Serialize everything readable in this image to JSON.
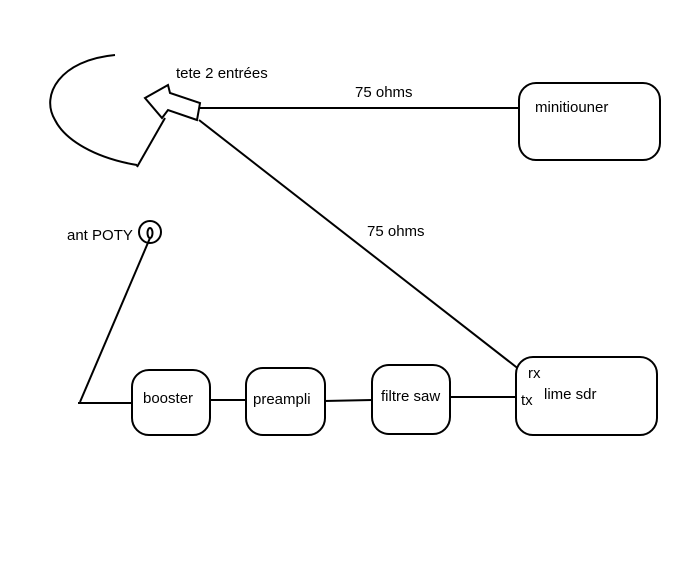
{
  "diagram": {
    "dish_label": "tete 2 entrées",
    "cable_top_label": "75 ohms",
    "cable_diag_label": "75 ohms",
    "antenna_label": "ant POTY",
    "minitiouner_label": "minitiouner",
    "booster_label": "booster",
    "preampli_label": "preampli",
    "filtre_label": "filtre saw",
    "lime_label": "lime sdr",
    "rx_label": "rx",
    "tx_label": "tx"
  },
  "colors": {
    "stroke": "#000000",
    "background": "#ffffff"
  }
}
